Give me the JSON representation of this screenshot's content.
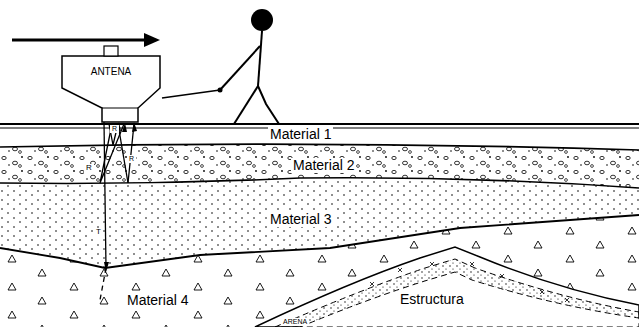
{
  "diagram": {
    "nodes": [
      {
        "text": [
          "ANTENA"
        ]
      }
    ],
    "labels": [
      "Material 1",
      "Material 2",
      "Material 3",
      "Material 4",
      "Estructura",
      "ARENA",
      "R",
      "R",
      "R",
      "T"
    ]
  }
}
